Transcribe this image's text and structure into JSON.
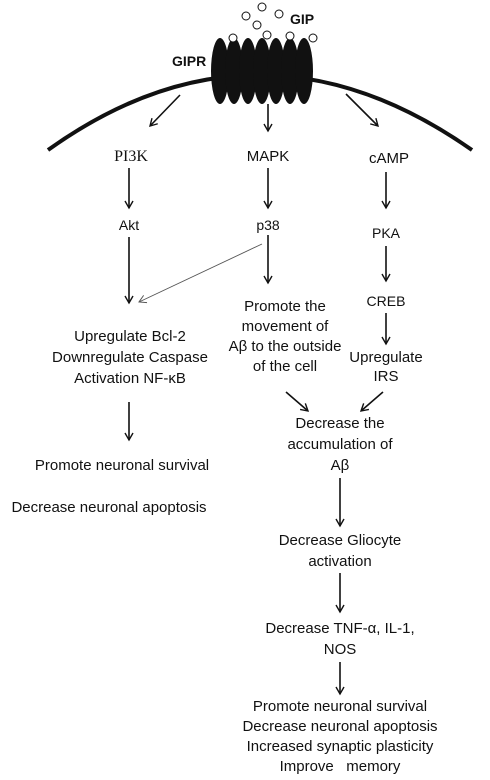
{
  "receptor": {
    "name": "GIPR",
    "ligand": "GIP"
  },
  "left_pathway": {
    "kinase": "PI3K",
    "effector": "Akt",
    "effects": [
      "Upregulate Bcl-2",
      "Downregulate Caspase",
      "Activation NF-κB"
    ],
    "outcome_survival": "Promote neuronal survival",
    "outcome_apoptosis": "Decrease neuronal apoptosis"
  },
  "middle_pathway": {
    "kinase": "MAPK",
    "effector": "p38",
    "effect": [
      "Promote the",
      "movement of",
      "Aβ to the outside",
      "of the cell"
    ]
  },
  "right_pathway": {
    "messenger": "cAMP",
    "kinase": "PKA",
    "factor": "CREB",
    "effect": [
      "Upregulate",
      "IRS"
    ]
  },
  "convergence": {
    "abeta": [
      "Decrease the",
      "accumulation of",
      "Aβ"
    ],
    "gliocyte": [
      "Decrease Gliocyte",
      "activation"
    ],
    "cytokines": [
      "Decrease TNF-α, IL-1,",
      "NOS"
    ],
    "final": [
      "Promote neuronal survival",
      "Decrease neuronal apoptosis",
      "Increased synaptic plasticity",
      "Improve   memory"
    ]
  }
}
